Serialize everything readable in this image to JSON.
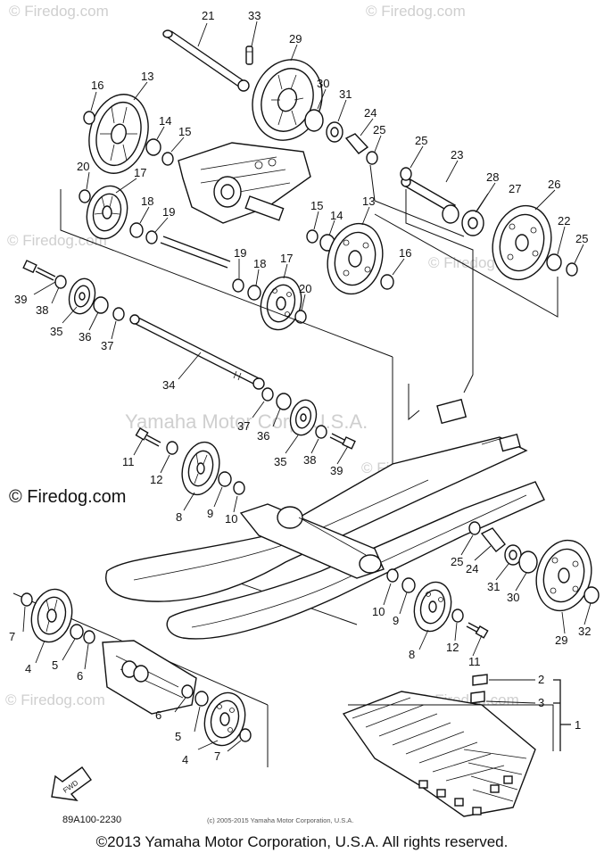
{
  "watermarks": {
    "top_left": "© Firedog.com",
    "top_right": "© Firedog.com",
    "mid_left": "© Firedog.com",
    "center": "Yamaha Motor Corp, U.S.A.",
    "lower_left": "© Firedog.com",
    "lower_right": "© Firedog.com",
    "bottom_left": "© Firedog.com",
    "side_left": "© Firedog.com",
    "side_right": "© Firedog.com"
  },
  "diagram_code": "89A100-2230",
  "small_copyright": "(c) 2005-2015 Yamaha Motor Corporation, U.S.A.",
  "footer": "©2013 Yamaha Motor Corporation, U.S.A. All rights reserved.",
  "callouts": [
    {
      "id": "c21",
      "text": "21"
    },
    {
      "id": "c33",
      "text": "33"
    },
    {
      "id": "c29a",
      "text": "29"
    },
    {
      "id": "c16a",
      "text": "16"
    },
    {
      "id": "c13a",
      "text": "13"
    },
    {
      "id": "c30a",
      "text": "30"
    },
    {
      "id": "c31a",
      "text": "31"
    },
    {
      "id": "c24a",
      "text": "24"
    },
    {
      "id": "c14a",
      "text": "14"
    },
    {
      "id": "c15a",
      "text": "15"
    },
    {
      "id": "c25a",
      "text": "25"
    },
    {
      "id": "c25b",
      "text": "25"
    },
    {
      "id": "c23",
      "text": "23"
    },
    {
      "id": "c20a",
      "text": "20"
    },
    {
      "id": "c17a",
      "text": "17"
    },
    {
      "id": "c28",
      "text": "28"
    },
    {
      "id": "c27",
      "text": "27"
    },
    {
      "id": "c26",
      "text": "26"
    },
    {
      "id": "c18a",
      "text": "18"
    },
    {
      "id": "c19a",
      "text": "19"
    },
    {
      "id": "c15b",
      "text": "15"
    },
    {
      "id": "c14b",
      "text": "14"
    },
    {
      "id": "c13b",
      "text": "13"
    },
    {
      "id": "c22",
      "text": "22"
    },
    {
      "id": "c25c",
      "text": "25"
    },
    {
      "id": "c16b",
      "text": "16"
    },
    {
      "id": "c19b",
      "text": "19"
    },
    {
      "id": "c18b",
      "text": "18"
    },
    {
      "id": "c17b",
      "text": "17"
    },
    {
      "id": "c39a",
      "text": "39"
    },
    {
      "id": "c38a",
      "text": "38"
    },
    {
      "id": "c20b",
      "text": "20"
    },
    {
      "id": "c35a",
      "text": "35"
    },
    {
      "id": "c36a",
      "text": "36"
    },
    {
      "id": "c37a",
      "text": "37"
    },
    {
      "id": "c34",
      "text": "34"
    },
    {
      "id": "c37b",
      "text": "37"
    },
    {
      "id": "c36b",
      "text": "36"
    },
    {
      "id": "c11a",
      "text": "11"
    },
    {
      "id": "c12a",
      "text": "12"
    },
    {
      "id": "c35b",
      "text": "35"
    },
    {
      "id": "c38b",
      "text": "38"
    },
    {
      "id": "c39b",
      "text": "39"
    },
    {
      "id": "c8a",
      "text": "8"
    },
    {
      "id": "c9a",
      "text": "9"
    },
    {
      "id": "c10a",
      "text": "10"
    },
    {
      "id": "c25d",
      "text": "25"
    },
    {
      "id": "c24b",
      "text": "24"
    },
    {
      "id": "c31b",
      "text": "31"
    },
    {
      "id": "c30b",
      "text": "30"
    },
    {
      "id": "c10b",
      "text": "10"
    },
    {
      "id": "c9b",
      "text": "9"
    },
    {
      "id": "c7a",
      "text": "7"
    },
    {
      "id": "c4a",
      "text": "4"
    },
    {
      "id": "c5a",
      "text": "5"
    },
    {
      "id": "c6a",
      "text": "6"
    },
    {
      "id": "c8b",
      "text": "8"
    },
    {
      "id": "c12b",
      "text": "12"
    },
    {
      "id": "c29b",
      "text": "29"
    },
    {
      "id": "c32",
      "text": "32"
    },
    {
      "id": "c11b",
      "text": "11"
    },
    {
      "id": "c2",
      "text": "2"
    },
    {
      "id": "c3",
      "text": "3"
    },
    {
      "id": "c1",
      "text": "1"
    },
    {
      "id": "c6b",
      "text": "6"
    },
    {
      "id": "c5b",
      "text": "5"
    },
    {
      "id": "c4b",
      "text": "4"
    },
    {
      "id": "c7b",
      "text": "7"
    }
  ],
  "fwd_label": "FWD"
}
